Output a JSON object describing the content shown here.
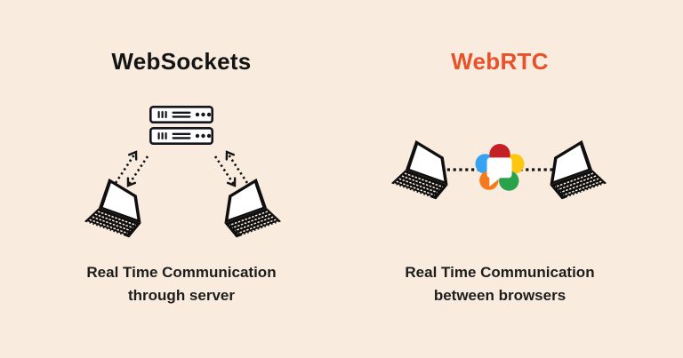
{
  "background": "#f9ecdf",
  "ink": "#141414",
  "panels": [
    {
      "title": "WebSockets",
      "title_color": "#141414",
      "caption_lines": [
        "Real Time Communication",
        "through server"
      ],
      "icons": [
        "server-icon",
        "laptop-icon",
        "laptop-icon",
        "dotted-up-arrow-icon",
        "dotted-down-arrow-icon"
      ]
    },
    {
      "title": "WebRTC",
      "title_color": "#e8512a",
      "caption_lines": [
        "Real Time Communication",
        "between browsers"
      ],
      "icons": [
        "laptop-icon",
        "webrtc-logo-icon",
        "laptop-icon",
        "dotted-connection-line"
      ]
    }
  ],
  "webrtc_logo_colors": {
    "red": "#c42127",
    "blue": "#36a3f2",
    "yellow": "#fdc70f",
    "orange": "#f5791d",
    "green": "#2aa14b"
  }
}
